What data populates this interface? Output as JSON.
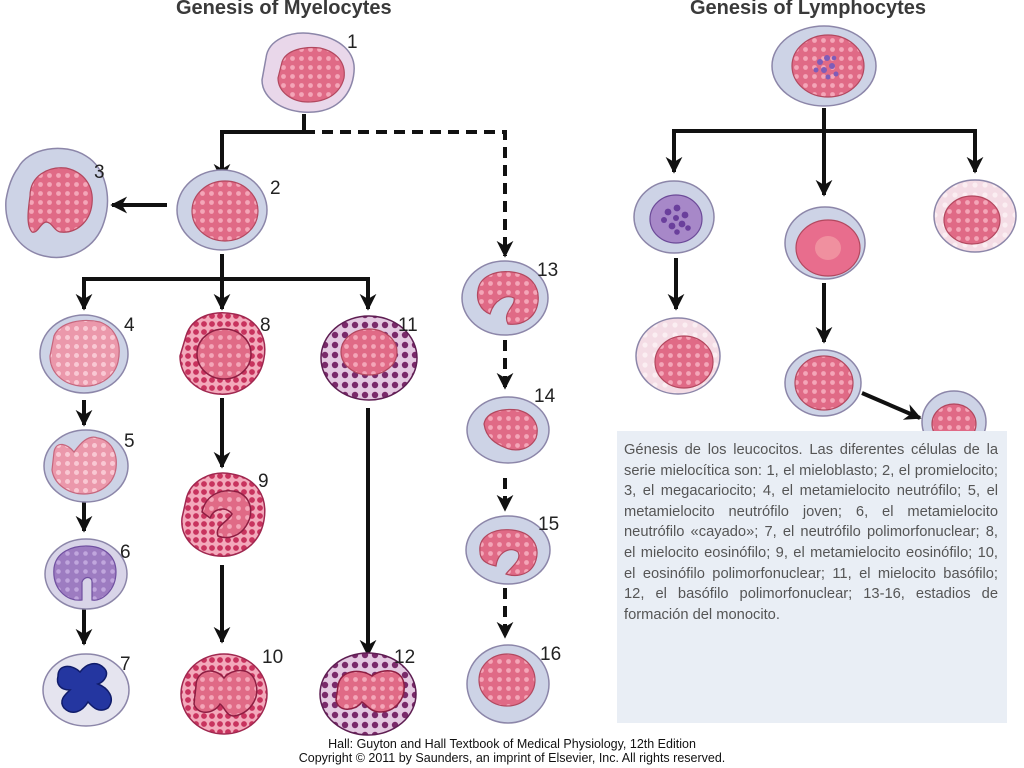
{
  "titles": {
    "myelocytes": "Genesis of Myelocytes",
    "lymphocytes": "Genesis of Lymphocytes"
  },
  "cell_numbers": [
    "1",
    "2",
    "3",
    "4",
    "5",
    "6",
    "7",
    "8",
    "9",
    "10",
    "11",
    "12",
    "13",
    "14",
    "15",
    "16"
  ],
  "caption": "Génesis de los leucocitos. Las diferentes células de la serie mielocítica son: 1, el mieloblasto; 2, el promielocito; 3, el megacariocito; 4, el metamielocito neutrófilo; 5, el metamielocito neutrófilo joven; 6, el metamielocito neutrófilo «cayado»; 7, el neutrófilo polimorfonuclear; 8, el mielocito eosinófilo; 9, el metamielocito eosinófilo; 10, el eosinófilo polimorfonuclear; 11, el mielocito basófilo; 12, el basófilo polimorfonuclear; 13-16, estadios de formación del monocito.",
  "credit": {
    "line1": "Hall: Guyton and Hall Textbook of Medical Physiology, 12th Edition",
    "line2": "Copyright © 2011 by Saunders, an imprint of Elsevier, Inc. All rights reserved."
  },
  "colors": {
    "cytoplasm": "#ccd2e6",
    "nucleus": "#e06a86",
    "eosinophil": "#c8335e",
    "basophil": "#7a2a6a",
    "neutrophil_nucleus": "#2436a0",
    "caption_background": "#e9eef5"
  }
}
